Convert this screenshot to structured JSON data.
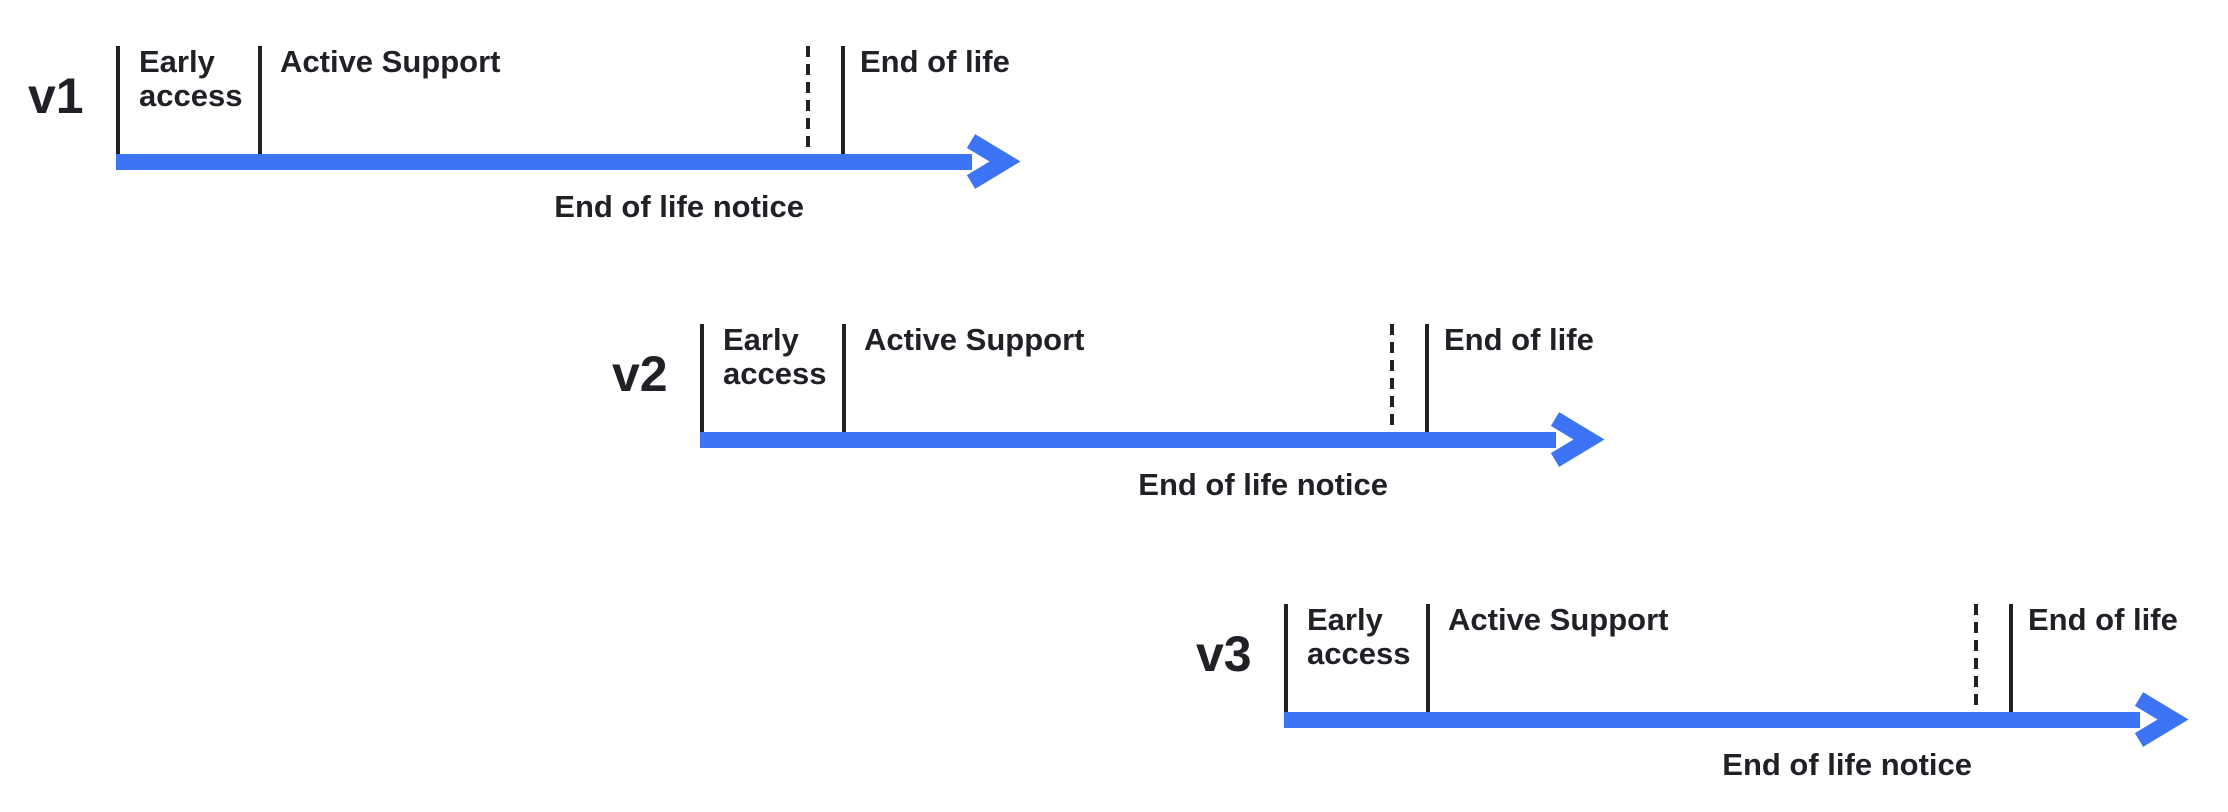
{
  "diagram": {
    "colors": {
      "arrow_blue": "#3d73f5",
      "ink": "#1f2126"
    },
    "rows": [
      {
        "version": "v1",
        "phase_early": "Early access",
        "phase_active": "Active Support",
        "phase_eol": "End of life",
        "notice": "End of life notice"
      },
      {
        "version": "v2",
        "phase_early": "Early access",
        "phase_active": "Active Support",
        "phase_eol": "End of life",
        "notice": "End of life notice"
      },
      {
        "version": "v3",
        "phase_early": "Early access",
        "phase_active": "Active Support",
        "phase_eol": "End of life",
        "notice": "End of life notice"
      }
    ]
  }
}
